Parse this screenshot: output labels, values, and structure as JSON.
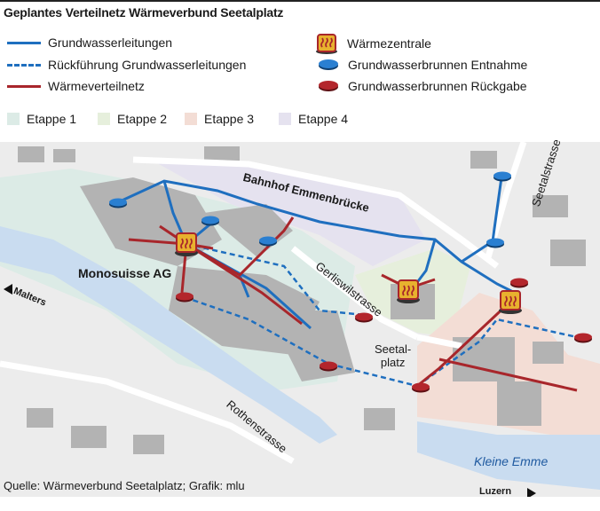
{
  "title": "Geplantes Verteilnetz Wärmeverbund Seetalplatz",
  "legend": {
    "groundwater": "Grundwasserleitungen",
    "return": "Rückführung Grundwasserleitungen",
    "heatnet": "Wärmeverteilnetz",
    "central": "Wärmezentrale",
    "well_out": "Grundwasserbrunnen Entnahme",
    "well_back": "Grundwasserbrunnen Rückgabe"
  },
  "stages": [
    "Etappe 1",
    "Etappe 2",
    "Etappe 3",
    "Etappe 4"
  ],
  "colors": {
    "stage1": "#dcebe6",
    "stage2": "#e6efdc",
    "stage3": "#f3ddd5",
    "stage4": "#e5e2ef",
    "groundwater": "#1f6fbf",
    "heatnet": "#a8262b",
    "river": "#c9dcf0"
  },
  "map_labels": {
    "station": "Bahnhof Emmenbrücke",
    "seetalstrasse": "Seetalstrasse",
    "monosuisse": "Monosuisse AG",
    "gerliswil": "Gerliswilstrasse",
    "seetalplatz": "Seetal-\nplatz",
    "malters": "Malters",
    "rothenstrasse": "Rothenstrasse",
    "kleine_emme": "Kleine Emme",
    "luzern": "Luzern"
  },
  "footer": "Quelle: Wärmeverbund Seetalplatz; Grafik: mlu"
}
